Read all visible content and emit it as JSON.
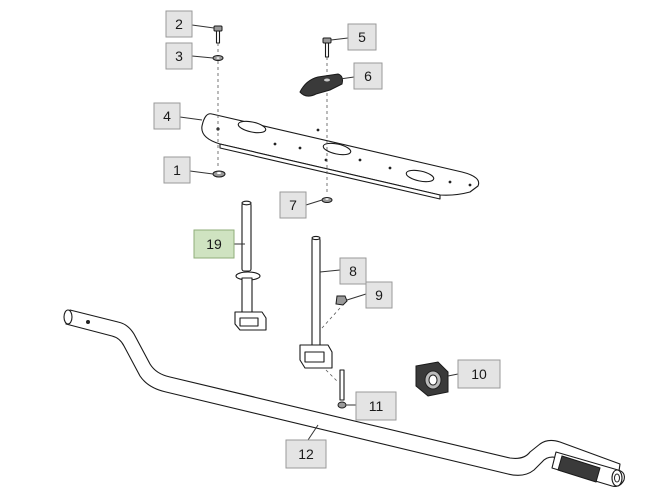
{
  "callouts": [
    {
      "id": "c2",
      "label": "2",
      "highlight": false
    },
    {
      "id": "c3",
      "label": "3",
      "highlight": false
    },
    {
      "id": "c5",
      "label": "5",
      "highlight": false
    },
    {
      "id": "c6",
      "label": "6",
      "highlight": false
    },
    {
      "id": "c4",
      "label": "4",
      "highlight": false
    },
    {
      "id": "c1",
      "label": "1",
      "highlight": false
    },
    {
      "id": "c7",
      "label": "7",
      "highlight": false
    },
    {
      "id": "c19",
      "label": "19",
      "highlight": true
    },
    {
      "id": "c8",
      "label": "8",
      "highlight": false
    },
    {
      "id": "c9",
      "label": "9",
      "highlight": false
    },
    {
      "id": "c10",
      "label": "10",
      "highlight": false
    },
    {
      "id": "c11",
      "label": "11",
      "highlight": false
    },
    {
      "id": "c12",
      "label": "12",
      "highlight": false
    }
  ],
  "colors": {
    "highlight": "#cfe3c1",
    "callout": "#e4e4e4"
  }
}
